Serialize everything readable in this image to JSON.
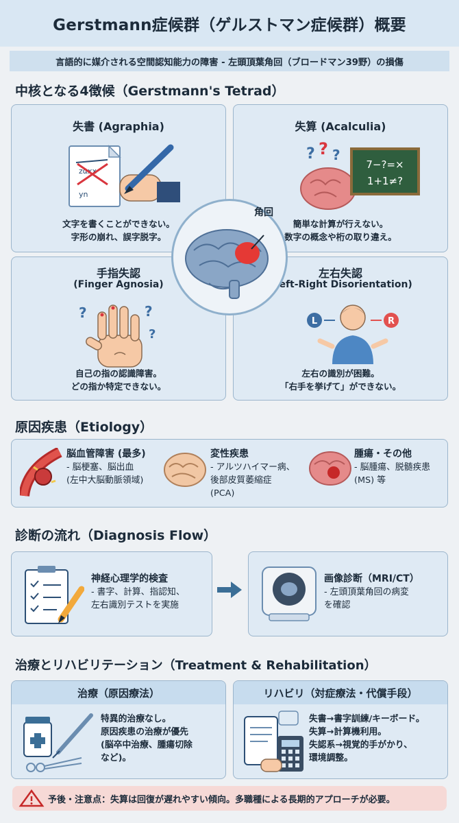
{
  "header": {
    "title": "Gerstmann症候群（ゲルストマン症候群）概要",
    "subtitle": "言語的に媒介される空間認知能力の障害 - 左頭頂葉角回（ブロードマン39野）の損傷"
  },
  "tetrad": {
    "heading": "中核となる4徴候（Gerstmann's Tetrad）",
    "center_label": "角回",
    "agraphia": {
      "title": "失書 (Agraphia)",
      "line1": "文字を書くことができない。",
      "line2": "字形の崩れ、誤字脱字。",
      "paper_text": "zαxx",
      "paper_text2": "yn"
    },
    "acalculia": {
      "title": "失算 (Acalculia)",
      "line1": "簡単な計算が行えない。",
      "line2": "数字の概念や桁の取り違え。",
      "board1": "7−?=×",
      "board2": "1+1≠?"
    },
    "finger": {
      "title1": "手指失認",
      "title2": "(Finger Agnosia)",
      "line1": "自己の指の認識障害。",
      "line2": "どの指か特定できない。"
    },
    "leftright": {
      "title1": "左右失認",
      "title2": "(Left-Right Disorientation)",
      "line1": "左右の識別が困難。",
      "line2": "「右手を挙げて」ができない。",
      "l": "L",
      "r": "R"
    }
  },
  "etiology": {
    "heading": "原因疾患（Etiology）",
    "items": [
      {
        "title": "脳血管障害 (最多)",
        "line1": "- 脳梗塞、脳出血",
        "line2": "(左中大脳動脈領域)"
      },
      {
        "title": "変性疾患",
        "line1": "- アルツハイマー病、",
        "line2": "後部皮質萎縮症",
        "line3": "(PCA)"
      },
      {
        "title": "腫瘍・その他",
        "line1": "- 脳腫瘍、脱髄疾患",
        "line2": "(MS) 等"
      }
    ]
  },
  "diagnosis": {
    "heading": "診断の流れ（Diagnosis Flow）",
    "step1": {
      "title": "神経心理学的検査",
      "line1": "- 書字、計算、指認知、",
      "line2": "左右識別テストを実施"
    },
    "step2": {
      "title": "画像診断（MRI/CT）",
      "line1": "- 左頭頂葉角回の病変",
      "line2": "を確認"
    }
  },
  "treatment": {
    "heading": "治療とリハビリテーション（Treatment & Rehabilitation）",
    "left": {
      "header": "治療（原因療法）",
      "line1": "特異的治療なし。",
      "line2": "原因疾患の治療が優先",
      "line3": "(脳卒中治療、腫瘍切除",
      "line4": "など)。"
    },
    "right": {
      "header": "リハビリ（対症療法・代償手段）",
      "line1": "失書→書字訓練/キーボード。",
      "line2": "失算→計算機利用。",
      "line3": "失認系→視覚的手がかり、",
      "line4": "環境調整。"
    }
  },
  "footer": {
    "warning": "予後・注意点：失算は回復が遅れやすい傾向。多職種による長期的アプローチが必要。"
  },
  "colors": {
    "accent": "#3b6e96",
    "brain": "#e58a8a",
    "lesion": "#e53935",
    "warning_bg": "#f6d9d6"
  }
}
